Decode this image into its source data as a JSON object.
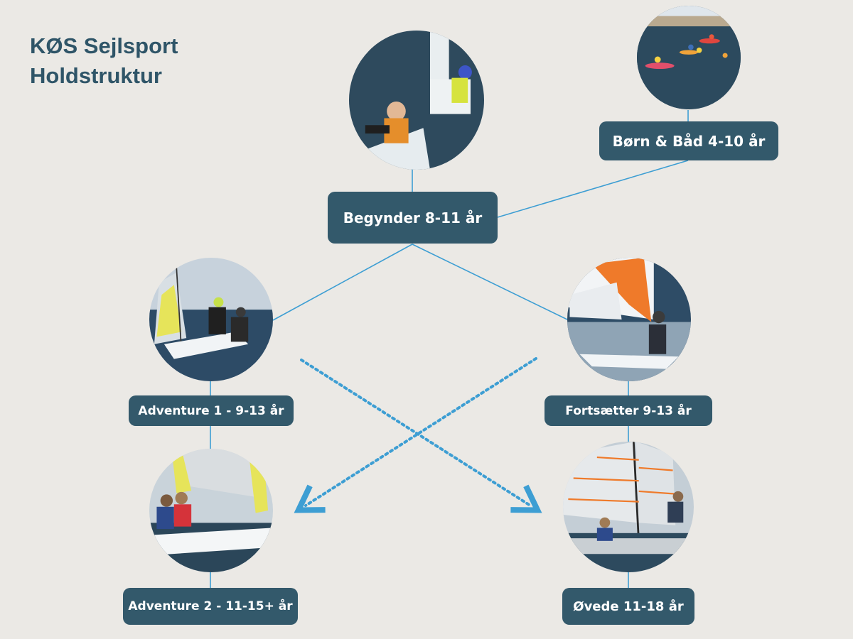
{
  "title": {
    "line1": "KØS Sejlsport",
    "line2": "Holdstruktur"
  },
  "nodes": {
    "born_baad": {
      "label": "Børn & Båd 4-10 år",
      "photo": "children-kayaking-photo"
    },
    "begynder": {
      "label": "Begynder 8-11 år",
      "photo": "beginner-sailing-dinghy-photo"
    },
    "adventure1": {
      "label": "Adventure 1 - 9-13 år",
      "photo": "two-sailors-yellow-sail-photo"
    },
    "fortsaetter": {
      "label": "Fortsætter 9-13 år",
      "photo": "orange-spinnaker-sailor-photo"
    },
    "adventure2": {
      "label": "Adventure 2 - 11-15+ år",
      "photo": "skiff-crew-racing-photo"
    },
    "ovede": {
      "label": "Øvede 11-18 år",
      "photo": "orange-rigged-skiff-photo"
    }
  },
  "colors": {
    "background": "#ebe9e5",
    "title": "#2f5568",
    "label_bg": "#33596b",
    "label_text": "#ffffff",
    "connector": "#3d9ed3"
  }
}
